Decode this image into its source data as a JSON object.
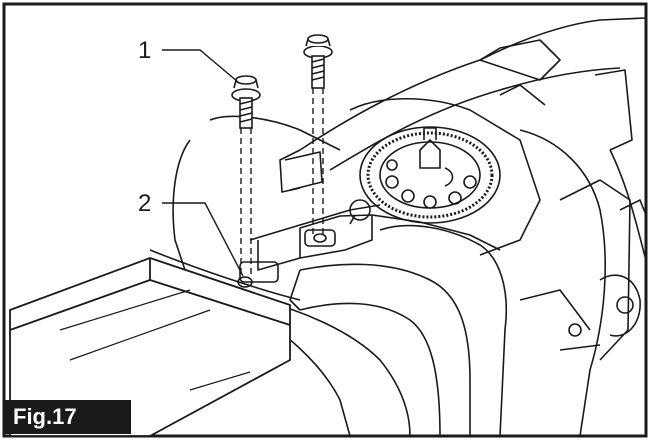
{
  "figure": {
    "label": "Fig.17",
    "callouts": [
      {
        "number": "1",
        "part": "bolt"
      },
      {
        "number": "2",
        "part": "bolt-hole"
      }
    ]
  },
  "colors": {
    "line": "#1a1a1a",
    "paper": "#ffffff",
    "label_bg": "#1a1a1a",
    "label_text": "#ffffff"
  }
}
